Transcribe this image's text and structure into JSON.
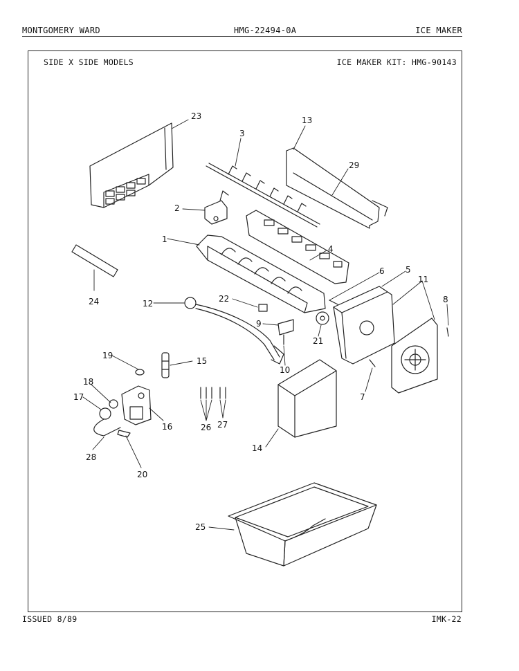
{
  "header": {
    "brand": "MONTGOMERY WARD",
    "model": "HMG-22494-0A",
    "section": "ICE MAKER"
  },
  "subheader": {
    "left": "SIDE X SIDE MODELS",
    "right": "ICE MAKER KIT: HMG-90143"
  },
  "footer": {
    "issued": "ISSUED 8/89",
    "page_code": "IMK-22"
  },
  "callouts": [
    "1",
    "2",
    "3",
    "4",
    "5",
    "6",
    "7",
    "8",
    "9",
    "10",
    "11",
    "12",
    "13",
    "14",
    "15",
    "16",
    "17",
    "18",
    "19",
    "20",
    "21",
    "22",
    "23",
    "24",
    "25",
    "26",
    "27",
    "28",
    "29"
  ]
}
